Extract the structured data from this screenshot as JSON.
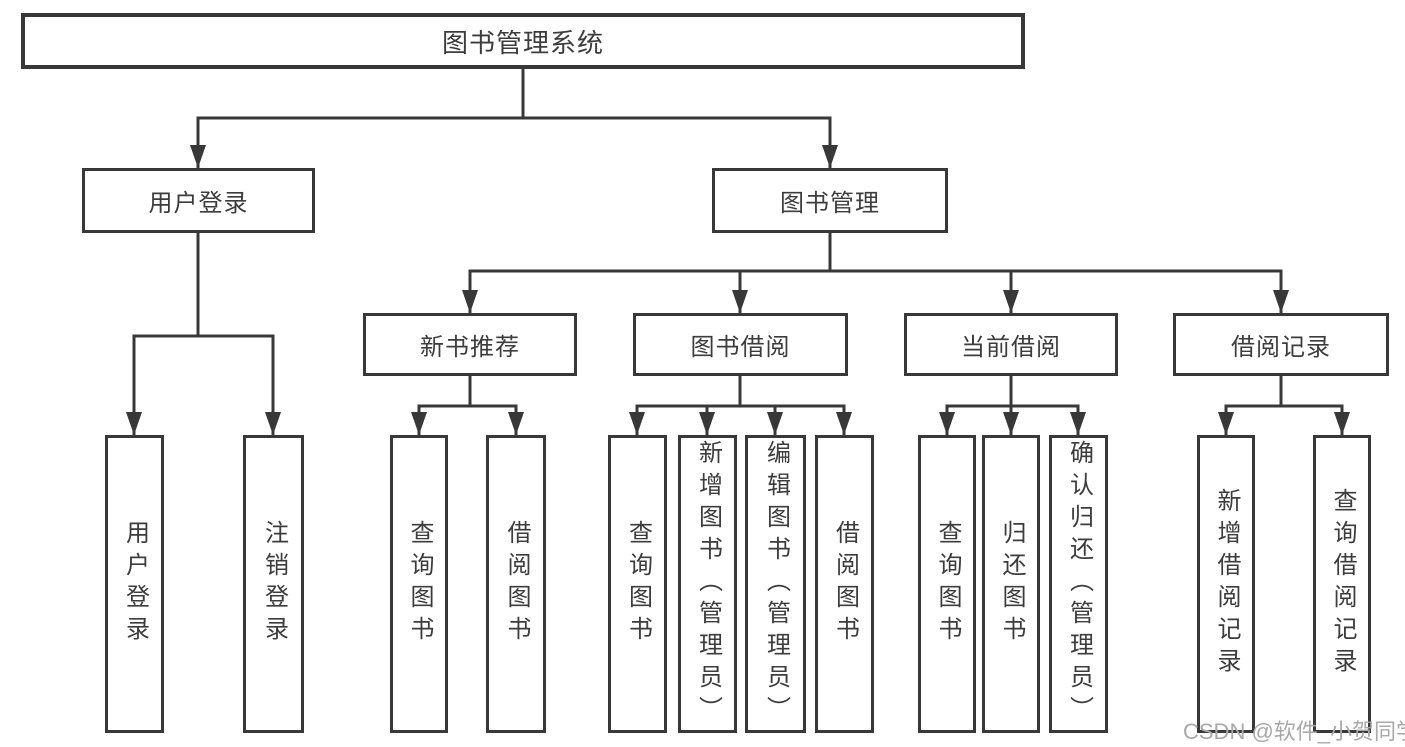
{
  "diagram_title": "图书管理系统",
  "tree": {
    "root": {
      "label": "图书管理系统",
      "children": [
        {
          "label": "用户登录",
          "children": [
            {
              "label": "用户登录"
            },
            {
              "label": "注销登录"
            }
          ]
        },
        {
          "label": "图书管理",
          "children": [
            {
              "label": "新书推荐",
              "children": [
                {
                  "label": "查询图书"
                },
                {
                  "label": "借阅图书"
                }
              ]
            },
            {
              "label": "图书借阅",
              "children": [
                {
                  "label": "查询图书"
                },
                {
                  "label": "新增图书（管理员）"
                },
                {
                  "label": "编辑图书（管理员）"
                },
                {
                  "label": "借阅图书"
                }
              ]
            },
            {
              "label": "当前借阅",
              "children": [
                {
                  "label": "查询图书"
                },
                {
                  "label": "归还图书"
                },
                {
                  "label": "确认归还（管理员）"
                }
              ]
            },
            {
              "label": "借阅记录",
              "children": [
                {
                  "label": "新增借阅记录"
                },
                {
                  "label": "查询借阅记录"
                }
              ]
            }
          ]
        }
      ]
    }
  },
  "watermark": {
    "text": "CSDN @软件_小贺同学"
  },
  "colors": {
    "background": "#ffffff",
    "line": "#383838",
    "box_border": "#383838",
    "text": "#3c3c3c",
    "watermark": "#a9a9a9"
  }
}
